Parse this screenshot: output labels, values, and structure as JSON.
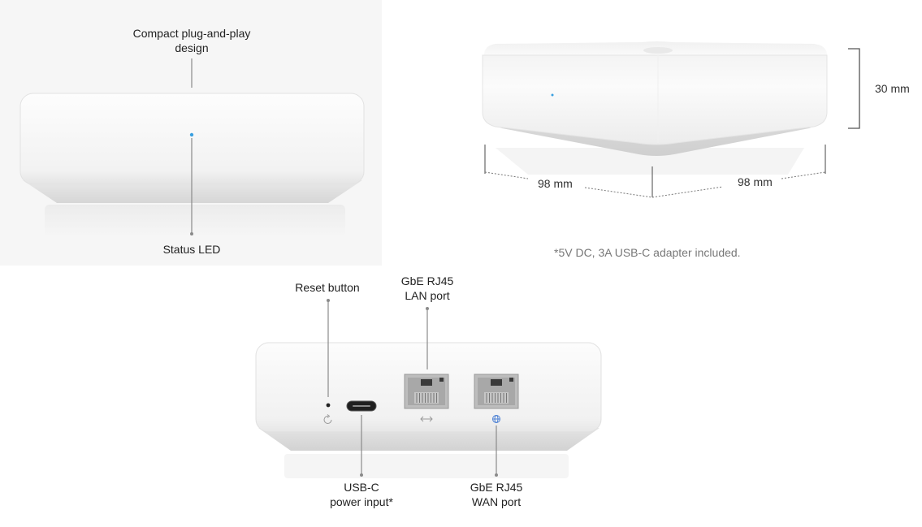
{
  "front_view": {
    "label_top": [
      "Compact plug-and-play",
      "design"
    ],
    "label_led": "Status LED"
  },
  "perspective_view": {
    "height_dim": "30 mm",
    "width_dim_left": "98 mm",
    "width_dim_right": "98 mm",
    "footnote": "*5V DC, 3A USB-C adapter included."
  },
  "rear_view": {
    "reset_label": "Reset button",
    "lan_label": [
      "GbE RJ45",
      "LAN port"
    ],
    "usbc_label": [
      "USB-C",
      "power input*"
    ],
    "wan_label": [
      "GbE RJ45",
      "WAN port"
    ]
  },
  "colors": {
    "device_white": "#ffffff",
    "device_shadow": "#e6e6e6",
    "led_blue": "#3aa0e0",
    "wan_icon": "#4a7fd4"
  }
}
